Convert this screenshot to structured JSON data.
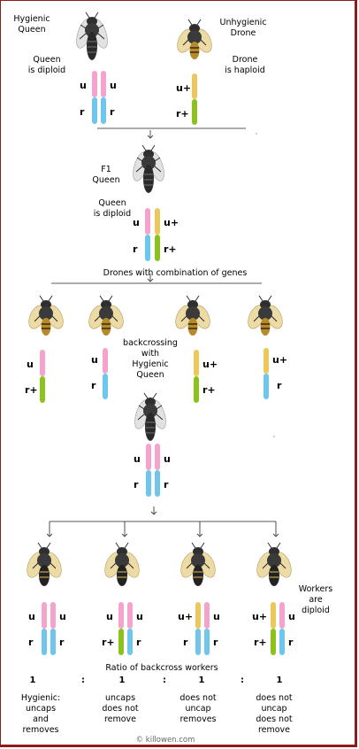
{
  "colors": {
    "u": "#f4a3cc",
    "r": "#6ec6ea",
    "uplus": "#ecc85a",
    "rplus": "#8cc21c",
    "border": "#8c1d1d"
  },
  "labels": {
    "hygienic_queen": "Hygienic\nQueen",
    "queen_diploid_1": "Queen\nis diploid",
    "unhygienic_drone": "Unhygienic\nDrone",
    "drone_haploid": "Drone\nis haploid",
    "f1_queen": "F1\nQueen",
    "queen_diploid_2": "Queen\nis diploid",
    "drones_combo": "Drones with combination of genes",
    "backcrossing": "backcrossing\nwith\nHygienic\nQueen",
    "workers_diploid": "Workers\nare\ndiploid",
    "ratio_title": "Ratio of backcross workers",
    "ratio_one": "1",
    "colon": ":",
    "outcome_1": "Hygienic:\nuncaps\nand\nremoves",
    "outcome_2": "uncaps\ndoes not\nremove",
    "outcome_3": "does not\nuncap\nremoves",
    "outcome_4": "does not\nuncap\ndoes not\nremove",
    "copyright": "© killowen.com"
  },
  "genes": {
    "u": "u",
    "r": "r",
    "uplus": "u+",
    "rplus": "r+"
  },
  "icons": {
    "bee": "bee-icon",
    "arrow": "arrow-down-icon"
  }
}
